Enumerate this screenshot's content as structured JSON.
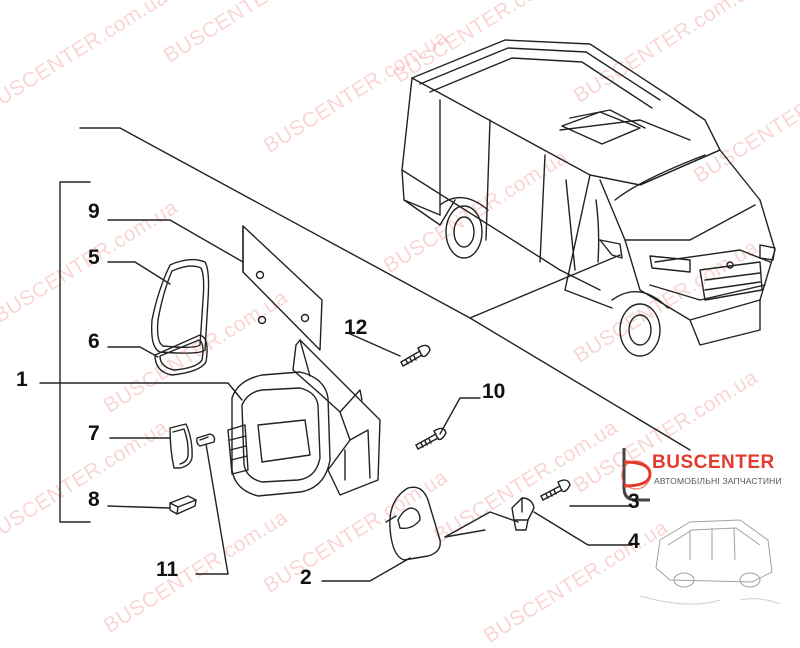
{
  "diagram": {
    "callouts": [
      "1",
      "2",
      "3",
      "4",
      "5",
      "6",
      "7",
      "8",
      "9",
      "10",
      "11",
      "12"
    ],
    "watermark_text": "BUSCENTER.com.ua",
    "brand": {
      "name": "BUSCENTER",
      "subtitle": "АВТОМОБІЛЬНІ ЗАПЧАСТИНИ"
    }
  }
}
